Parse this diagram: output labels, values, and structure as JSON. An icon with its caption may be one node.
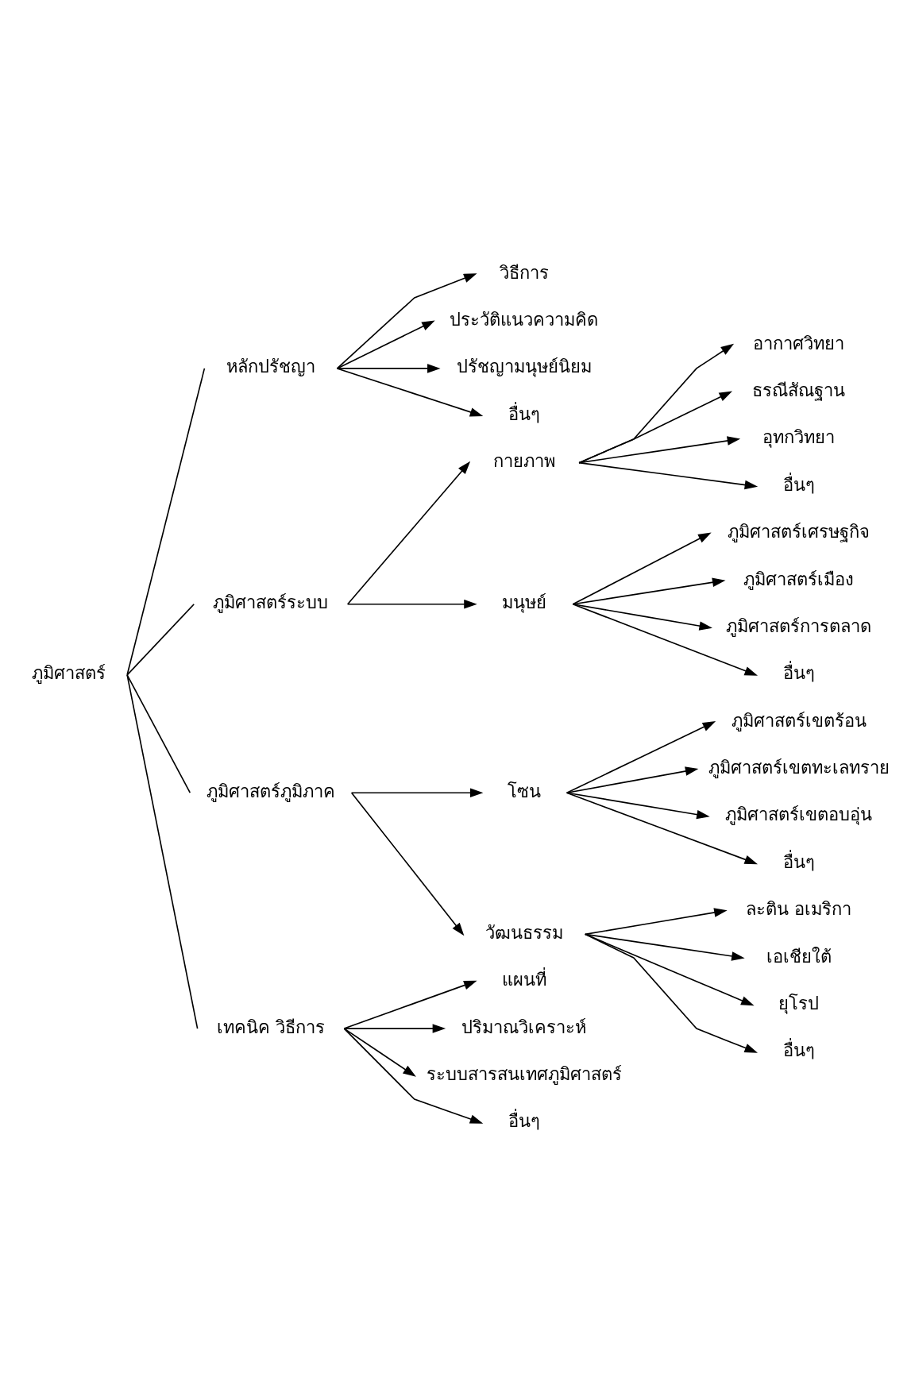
{
  "diagram": {
    "nodes": [
      {
        "text": [
          "ภูมิศาสตร์"
        ]
      },
      {
        "text": [
          "หลักปรัชญา"
        ]
      },
      {
        "text": [
          "วิธีการ"
        ]
      },
      {
        "text": [
          "ประวัติแนวความคิด"
        ]
      },
      {
        "text": [
          "ปรัชญามนุษย์นิยม"
        ]
      },
      {
        "text": [
          "อื่นๆ"
        ]
      },
      {
        "text": [
          "ภูมิศาสตร์ระบบ"
        ]
      },
      {
        "text": [
          "กายภาพ"
        ]
      },
      {
        "text": [
          "อากาศวิทยา"
        ]
      },
      {
        "text": [
          "ธรณีสัณฐาน"
        ]
      },
      {
        "text": [
          "อุทกวิทยา"
        ]
      },
      {
        "text": [
          "อื่นๆ"
        ]
      },
      {
        "text": [
          "มนุษย์"
        ]
      },
      {
        "text": [
          "ภูมิศาสตร์เศรษฐกิจ"
        ]
      },
      {
        "text": [
          "ภูมิศาสตร์เมือง"
        ]
      },
      {
        "text": [
          "ภูมิศาสตร์การตลาด"
        ]
      },
      {
        "text": [
          "อื่นๆ"
        ]
      },
      {
        "text": [
          "ภูมิศาสตร์ภูมิภาค"
        ]
      },
      {
        "text": [
          "โซน"
        ]
      },
      {
        "text": [
          "ภูมิศาสตร์เขตร้อน"
        ]
      },
      {
        "text": [
          "ภูมิศาสตร์เขตทะเลทราย"
        ]
      },
      {
        "text": [
          "ภูมิศาสตร์เขตอบอุ่น"
        ]
      },
      {
        "text": [
          "อื่นๆ"
        ]
      },
      {
        "text": [
          "วัฒนธรรม"
        ]
      },
      {
        "text": [
          "ละติน อเมริกา"
        ]
      },
      {
        "text": [
          "เอเชียใต้"
        ]
      },
      {
        "text": [
          "ยุโรป"
        ]
      },
      {
        "text": [
          "อื่นๆ"
        ]
      },
      {
        "text": [
          "เทคนิค วิธีการ"
        ]
      },
      {
        "text": [
          "แผนที่"
        ]
      },
      {
        "text": [
          "ปริมาณวิเคราะห์"
        ]
      },
      {
        "text": [
          "ระบบสารสนเทศภูมิศาสตร์"
        ]
      },
      {
        "text": [
          "อื่นๆ"
        ]
      }
    ],
    "edges": [
      {
        "from": 0,
        "to": 1,
        "arrow": "none"
      },
      {
        "from": 0,
        "to": 6,
        "arrow": "none"
      },
      {
        "from": 0,
        "to": 17,
        "arrow": "none"
      },
      {
        "from": 0,
        "to": 28,
        "arrow": "none"
      },
      {
        "from": 1,
        "to": 2,
        "arrow": "to"
      },
      {
        "from": 1,
        "to": 3,
        "arrow": "to"
      },
      {
        "from": 1,
        "to": 4,
        "arrow": "to"
      },
      {
        "from": 1,
        "to": 5,
        "arrow": "to"
      },
      {
        "from": 6,
        "to": 7,
        "arrow": "to"
      },
      {
        "from": 6,
        "to": 12,
        "arrow": "to"
      },
      {
        "from": 7,
        "to": 8,
        "arrow": "to"
      },
      {
        "from": 7,
        "to": 9,
        "arrow": "to"
      },
      {
        "from": 7,
        "to": 10,
        "arrow": "to"
      },
      {
        "from": 7,
        "to": 11,
        "arrow": "to"
      },
      {
        "from": 12,
        "to": 13,
        "arrow": "to"
      },
      {
        "from": 12,
        "to": 14,
        "arrow": "to"
      },
      {
        "from": 12,
        "to": 15,
        "arrow": "to"
      },
      {
        "from": 12,
        "to": 16,
        "arrow": "to"
      },
      {
        "from": 17,
        "to": 18,
        "arrow": "to"
      },
      {
        "from": 17,
        "to": 23,
        "arrow": "to"
      },
      {
        "from": 18,
        "to": 19,
        "arrow": "to"
      },
      {
        "from": 18,
        "to": 20,
        "arrow": "to"
      },
      {
        "from": 18,
        "to": 21,
        "arrow": "to"
      },
      {
        "from": 18,
        "to": 22,
        "arrow": "to"
      },
      {
        "from": 23,
        "to": 24,
        "arrow": "to"
      },
      {
        "from": 23,
        "to": 25,
        "arrow": "to"
      },
      {
        "from": 23,
        "to": 26,
        "arrow": "to"
      },
      {
        "from": 23,
        "to": 27,
        "arrow": "to"
      },
      {
        "from": 28,
        "to": 29,
        "arrow": "to"
      },
      {
        "from": 28,
        "to": 30,
        "arrow": "to"
      },
      {
        "from": 28,
        "to": 31,
        "arrow": "to"
      },
      {
        "from": 28,
        "to": 32,
        "arrow": "to"
      }
    ]
  }
}
